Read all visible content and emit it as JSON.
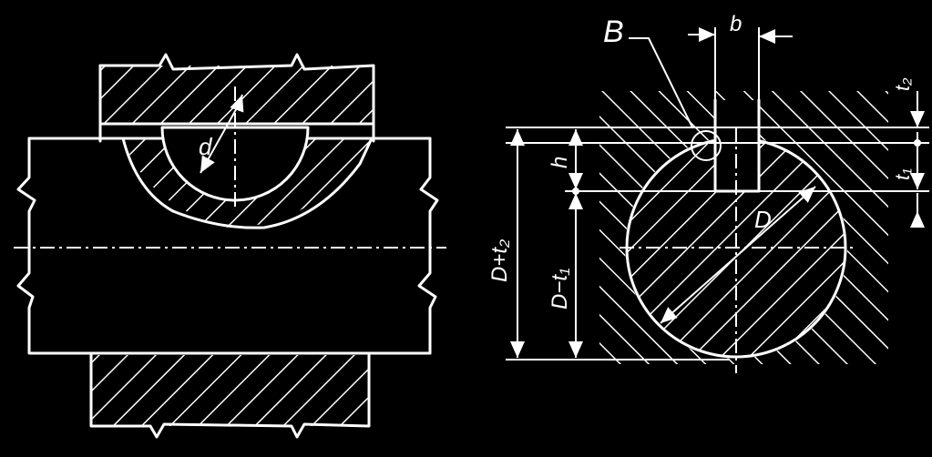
{
  "labels": {
    "B": "B",
    "b": "b",
    "d": "d",
    "D": "D",
    "h": "h",
    "D_plus_t2": "D+t₂",
    "D_minus_t1": "D−t₁",
    "t1": "t₁",
    "t2": "t₂"
  },
  "colors": {
    "background": "#000000",
    "line": "#ffffff"
  }
}
